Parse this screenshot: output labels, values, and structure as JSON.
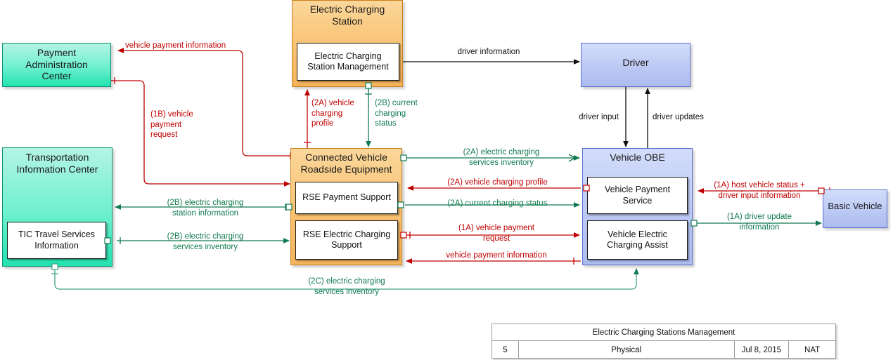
{
  "diagram": {
    "name": "Electric Charging Stations Management",
    "view": "Physical",
    "colors": {
      "red_flow": "#c00000",
      "green_flow": "#117a50",
      "black_flow": "#111111",
      "teal_node": "#23e3b0",
      "orange_node": "#f8c271",
      "blue_node": "#bcc9f4"
    }
  },
  "nodes": {
    "payment_administration_center": {
      "title": "Payment\nAdministration\nCenter"
    },
    "transportation_information_center": {
      "title": "Transportation\nInformation Center"
    },
    "tic_travel_services_information": {
      "title": "TIC Travel Services\nInformation"
    },
    "electric_charging_station": {
      "title": "Electric Charging\nStation"
    },
    "electric_charging_station_management": {
      "title": "Electric Charging\nStation Management"
    },
    "connected_vehicle_roadside_equipment": {
      "title": "Connected Vehicle\nRoadside Equipment"
    },
    "rse_payment_support": {
      "title": "RSE Payment Support"
    },
    "rse_electric_charging_support": {
      "title": "RSE Electric Charging\nSupport"
    },
    "driver": {
      "title": "Driver"
    },
    "vehicle_obe": {
      "title": "Vehicle OBE"
    },
    "vehicle_payment_service": {
      "title": "Vehicle Payment\nService"
    },
    "vehicle_electric_charging_assist": {
      "title": "Vehicle Electric\nCharging Assist"
    },
    "basic_vehicle": {
      "title": "Basic Vehicle"
    }
  },
  "flows": {
    "vehicle_payment_information_top": {
      "label": "vehicle payment information",
      "color": "red"
    },
    "vehicle_payment_request_1b": {
      "label": "(1B) vehicle\npayment\nrequest",
      "color": "red"
    },
    "vehicle_charging_profile_2a_up": {
      "label": "(2A) vehicle\ncharging\nprofile",
      "color": "red"
    },
    "current_charging_status_2b_down": {
      "label": "(2B) current\ncharging\nstatus",
      "color": "green"
    },
    "driver_information": {
      "label": "driver information",
      "color": "black"
    },
    "driver_input": {
      "label": "driver input",
      "color": "black"
    },
    "driver_updates": {
      "label": "driver updates",
      "color": "black"
    },
    "electric_charging_services_inventory_2a": {
      "label": "(2A) electric charging\nservices inventory",
      "color": "green"
    },
    "vehicle_charging_profile_2a": {
      "label": "(2A) vehicle charging profile",
      "color": "red"
    },
    "current_charging_status_2a": {
      "label": "(2A) current charging status",
      "color": "green"
    },
    "electric_charging_station_information_2b": {
      "label": "(2B) electric charging\nstation information",
      "color": "green"
    },
    "electric_charging_services_inventory_2b": {
      "label": "(2B) electric charging\nservices inventory",
      "color": "green"
    },
    "vehicle_payment_request_1a": {
      "label": "(1A) vehicle payment\nrequest",
      "color": "red"
    },
    "vehicle_payment_information_bottom": {
      "label": "vehicle payment information",
      "color": "red"
    },
    "host_vehicle_status_1a": {
      "label": "(1A) host vehicle status +\ndriver input information",
      "color": "red"
    },
    "driver_update_information_1a": {
      "label": "(1A) driver update\ninformation",
      "color": "green"
    },
    "electric_charging_services_inventory_2c": {
      "label": "(2C) electric charging\nservices inventory",
      "color": "green"
    }
  },
  "title_block": {
    "title": "Electric Charging Stations Management",
    "number": "5",
    "view": "Physical",
    "date": "Jul 8, 2015",
    "organization": "NAT"
  }
}
